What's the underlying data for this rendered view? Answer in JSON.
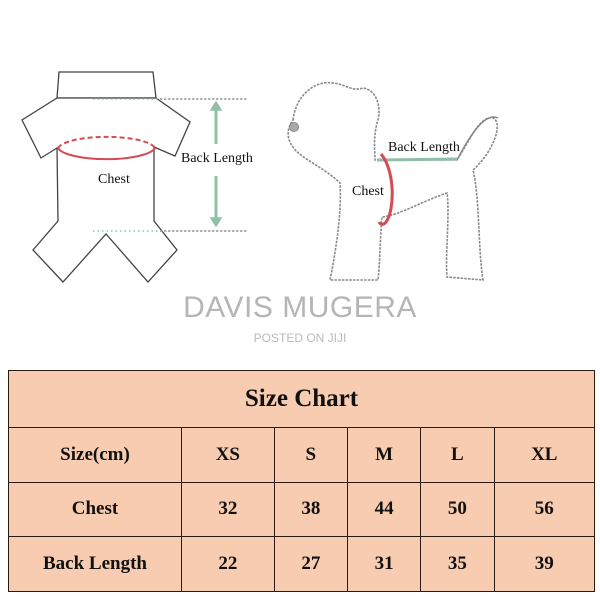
{
  "garment_diagram": {
    "chest_label": "Chest",
    "back_length_label": "Back Length"
  },
  "dog_diagram": {
    "chest_label": "Chest",
    "back_length_label": "Back Length"
  },
  "colors": {
    "chest_line": "#d44a55",
    "back_length_line": "#8fbfa6",
    "table_bg": "#f7ccb0",
    "table_border": "#2a1a12"
  },
  "size_chart": {
    "title": "Size Chart",
    "header": [
      "Size(cm)",
      "XS",
      "S",
      "M",
      "L",
      "XL"
    ],
    "rows": [
      [
        "Chest",
        "32",
        "38",
        "44",
        "50",
        "56"
      ],
      [
        "Back Length",
        "22",
        "27",
        "31",
        "35",
        "39"
      ]
    ]
  },
  "watermark": {
    "name": "DAVIS MUGERA",
    "posted": "POSTED ON JIJI"
  }
}
